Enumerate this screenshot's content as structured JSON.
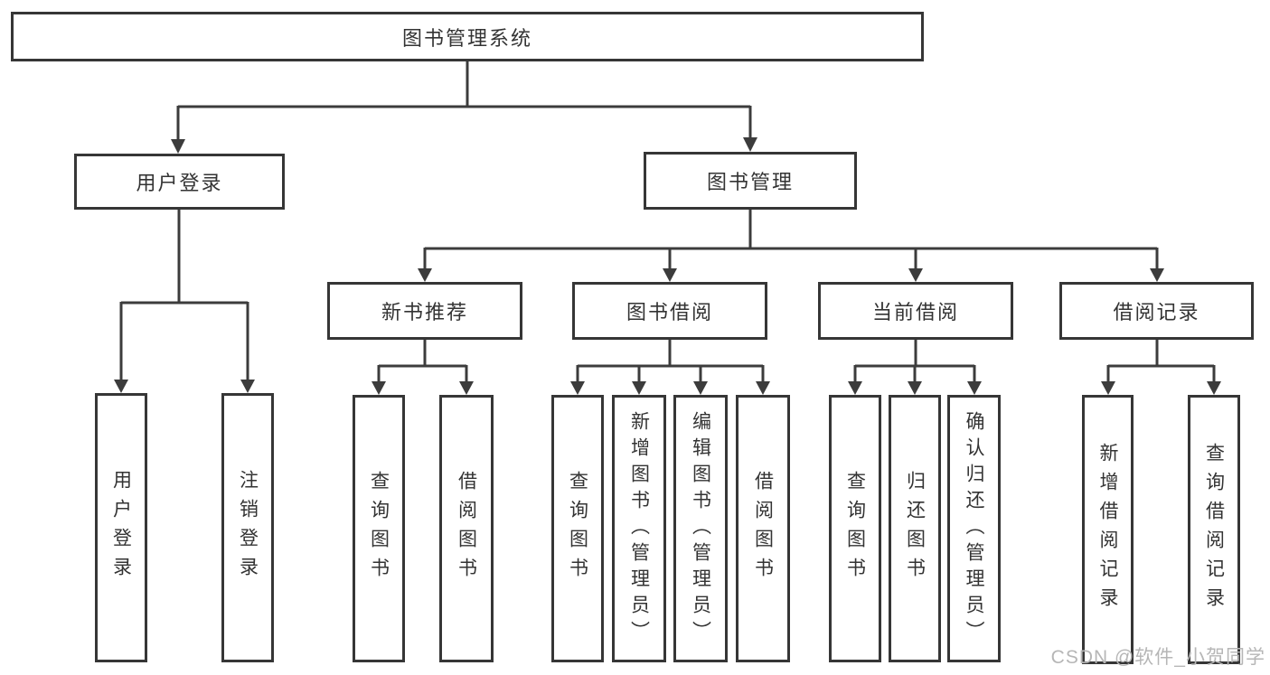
{
  "colors": {
    "line": "#3c3c3c",
    "box_border": "#363636",
    "text": "#333333",
    "watermark": "#b6b6b6",
    "background": "#ffffff"
  },
  "tree": {
    "root": {
      "label": "图书管理系统"
    },
    "branches": [
      {
        "label": "用户登录",
        "children": [
          {
            "label": "用户登录"
          },
          {
            "label": "注销登录"
          }
        ]
      },
      {
        "label": "图书管理",
        "children": [
          {
            "label": "新书推荐",
            "children": [
              {
                "label": "查询图书"
              },
              {
                "label": "借阅图书"
              }
            ]
          },
          {
            "label": "图书借阅",
            "children": [
              {
                "label": "查询图书"
              },
              {
                "label": "新增图书（管理员）"
              },
              {
                "label": "编辑图书（管理员）"
              },
              {
                "label": "借阅图书"
              }
            ]
          },
          {
            "label": "当前借阅",
            "children": [
              {
                "label": "查询图书"
              },
              {
                "label": "归还图书"
              },
              {
                "label": "确认归还（管理员）"
              }
            ]
          },
          {
            "label": "借阅记录",
            "children": [
              {
                "label": "新增借阅记录"
              },
              {
                "label": "查询借阅记录"
              }
            ]
          }
        ]
      }
    ]
  },
  "watermark": {
    "text": "CSDN @软件_小贺同学"
  }
}
